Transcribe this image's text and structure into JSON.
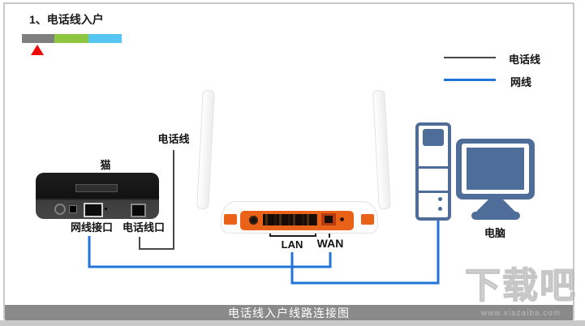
{
  "step_header": {
    "label": "1、电话线入户"
  },
  "progress": {
    "segments": [
      {
        "name": "step-1-current",
        "color": "#7f7f7f"
      },
      {
        "name": "step-2",
        "color": "#8ec63f"
      },
      {
        "name": "step-3",
        "color": "#55c6f2"
      }
    ],
    "marker": "red-triangle-under-step-1"
  },
  "legend": {
    "items": [
      {
        "label": "电话线",
        "line_color": "#474747",
        "thickness": 2
      },
      {
        "label": "网线",
        "line_color": "#2374d9",
        "thickness": 3
      }
    ]
  },
  "devices": {
    "modem": {
      "label": "猫",
      "ports": [
        {
          "label": "网线接口"
        },
        {
          "label": "电话线口"
        }
      ]
    },
    "router": {
      "port_labels": [
        {
          "label": "LAN"
        },
        {
          "label": "WAN"
        }
      ]
    },
    "computer": {
      "label": "电脑"
    }
  },
  "cable_labels": {
    "phone_line": "电话线"
  },
  "connections": [
    {
      "from": "phone-line-entry",
      "to": "modem 电话线口",
      "type": "电话线"
    },
    {
      "from": "modem 网线接口",
      "to": "router WAN",
      "type": "网线"
    },
    {
      "from": "router LAN",
      "to": "computer",
      "type": "网线"
    }
  ],
  "footer": {
    "title": "电话线入户线路连接图"
  },
  "watermark": {
    "brand": "下载吧",
    "url": "www.xiazaiba.com"
  },
  "colors": {
    "frame_border": "#c9c9c9",
    "footer_gray": "#8a8a8a",
    "seg_gray": "#7f7f7f",
    "seg_green": "#8ec63f",
    "seg_cyan": "#55c6f2",
    "marker_red": "#ee0a02",
    "phone_dark": "#474747",
    "cable_blue": "#2374d9",
    "router_orange": "#ea6118",
    "pc_blue": "#4e6d99"
  }
}
